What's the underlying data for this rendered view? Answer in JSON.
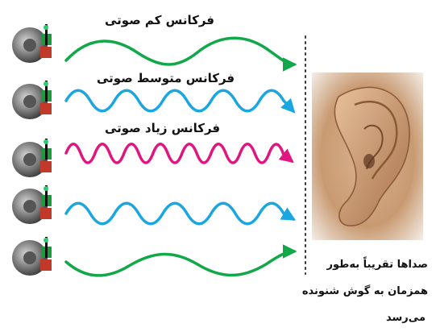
{
  "labels": {
    "low": "فرکانس کم صوتی",
    "mid": "فرکانس متوسط صوتی",
    "high": "فرکانس زیاد صوتی"
  },
  "caption": {
    "line1": "صداها تقریباً به‌طور",
    "line2": "همزمان به گوش شنونده",
    "line3": "می‌رسد"
  },
  "colors": {
    "low_frequency_wave": "#12a84a",
    "mid_frequency_wave": "#1aa6e0",
    "high_frequency_wave": "#e0157f",
    "receiver_dotted_line": "#333333"
  },
  "icons": {
    "source": "speaker-music-icon",
    "receiver": "ear-image"
  }
}
